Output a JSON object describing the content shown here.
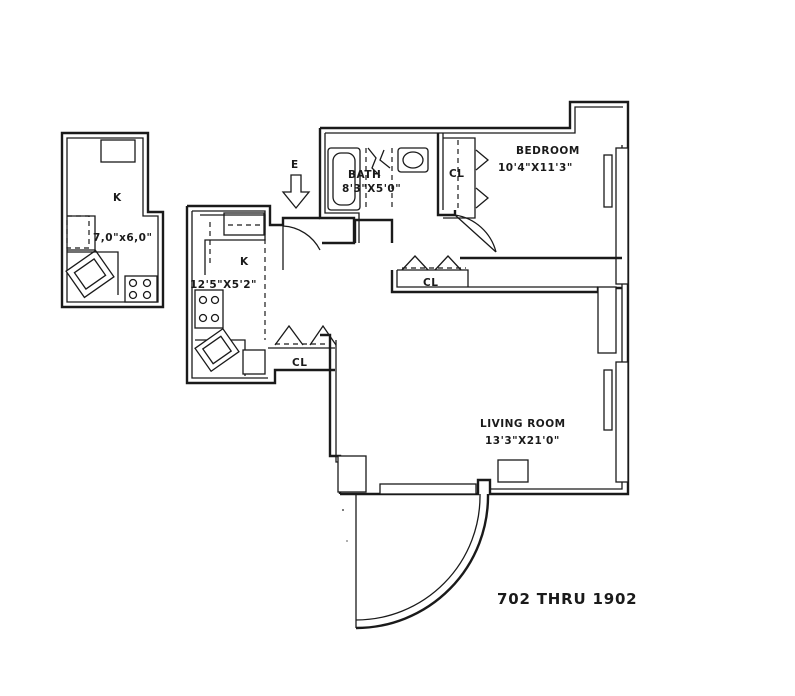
{
  "plan_title": "702 THRU 1902",
  "entry_label": "E",
  "rooms": {
    "bedroom": {
      "name": "BEDROOM",
      "dims": "10'4\"X11'3\""
    },
    "bath": {
      "name": "BATH",
      "dims": "8'3\"X5'0\""
    },
    "living_room": {
      "name": "LIVING ROOM",
      "dims": "13'3\"X21'0\""
    },
    "kitchen": {
      "name": "K",
      "dims": "12'5\"X5'2\""
    },
    "alt_kitchen": {
      "name": "K",
      "dims": "7,0\"x6,0\""
    }
  },
  "closets": {
    "bedroom_closet": "CL",
    "hall_closet": "CL",
    "kitchen_closet": "CL"
  }
}
